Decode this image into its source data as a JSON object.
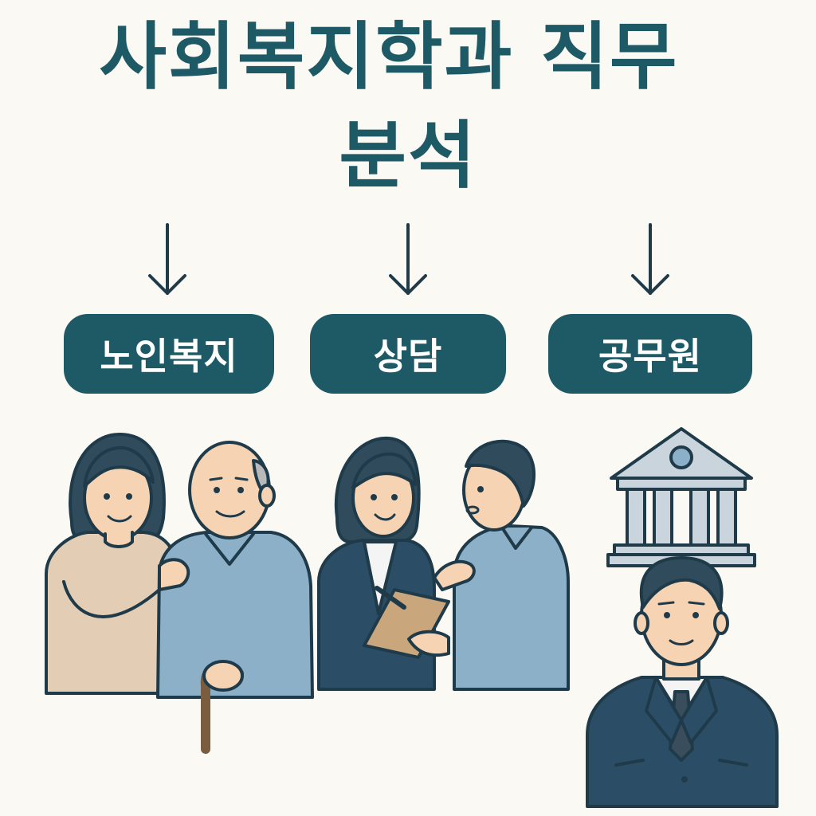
{
  "title": {
    "line1": "사회복지학과 직무",
    "line2": "분석"
  },
  "categories": [
    {
      "label": "노인복지",
      "illustration": "caregiver-with-elderly-man"
    },
    {
      "label": "상담",
      "illustration": "counselor-with-client"
    },
    {
      "label": "공무원",
      "illustration": "government-building-and-official"
    }
  ],
  "colors": {
    "background": "#fbf9f4",
    "primary": "#1d5a66",
    "outline": "#1f3b4a",
    "skin": "#f5d3b3",
    "beige": "#e3cdb4",
    "light_blue": "#8db0c9",
    "suit_navy": "#2b4e66",
    "building_grey": "#c9d4dc"
  }
}
